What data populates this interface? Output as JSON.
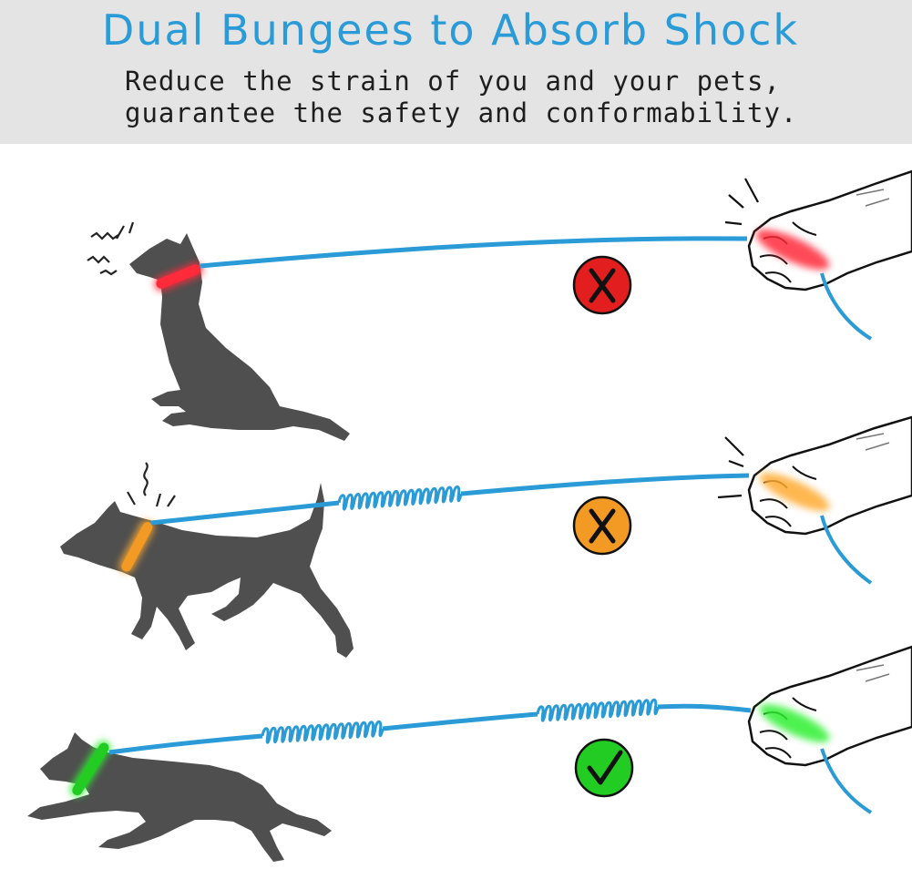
{
  "header": {
    "title": "Dual Bungees to Absorb Shock",
    "subtitle_line1": "Reduce the strain of you and your pets,",
    "subtitle_line2": "guarantee the safety and conformability."
  },
  "rows": [
    {
      "bungee_count": 0,
      "status": "bad",
      "status_icon": "x-mark-icon",
      "badge_color": "#e21e1e",
      "glow_color": "#ff2a3a"
    },
    {
      "bungee_count": 1,
      "status": "medium",
      "status_icon": "x-mark-icon",
      "badge_color": "#f29a23",
      "glow_color": "#ffab33"
    },
    {
      "bungee_count": 2,
      "status": "good",
      "status_icon": "check-mark-icon",
      "badge_color": "#22cc22",
      "glow_color": "#2ef032"
    }
  ],
  "colors": {
    "leash": "#2a9bd7",
    "dog": "#4f4f4f",
    "banner": "#e4e4e4",
    "title": "#2a9bd7"
  }
}
